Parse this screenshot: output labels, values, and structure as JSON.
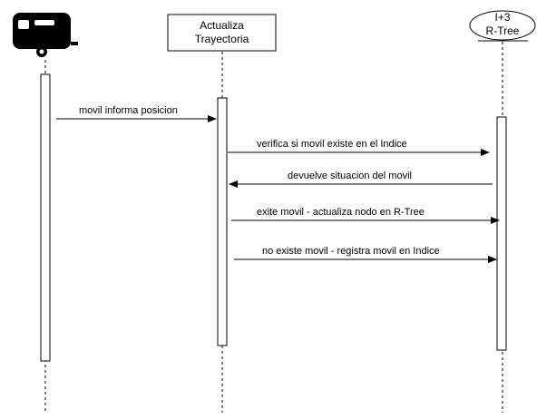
{
  "participants": {
    "actor": {
      "icon": "camper-trailer-icon"
    },
    "process": {
      "label_line1": "Actualiza",
      "label_line2": "Trayectoria"
    },
    "index": {
      "label_line1": "I+3",
      "label_line2": "R-Tree"
    }
  },
  "messages": [
    {
      "text": "movil informa posicion"
    },
    {
      "text": "verifica si movil existe en el Indice"
    },
    {
      "text": "devuelve situacion del movil"
    },
    {
      "text": "exite movil - actualiza nodo en R-Tree"
    },
    {
      "text": "no existe movil - registra movil en Indice"
    }
  ],
  "colors": {
    "stroke": "#000000",
    "fill": "#ffffff"
  }
}
